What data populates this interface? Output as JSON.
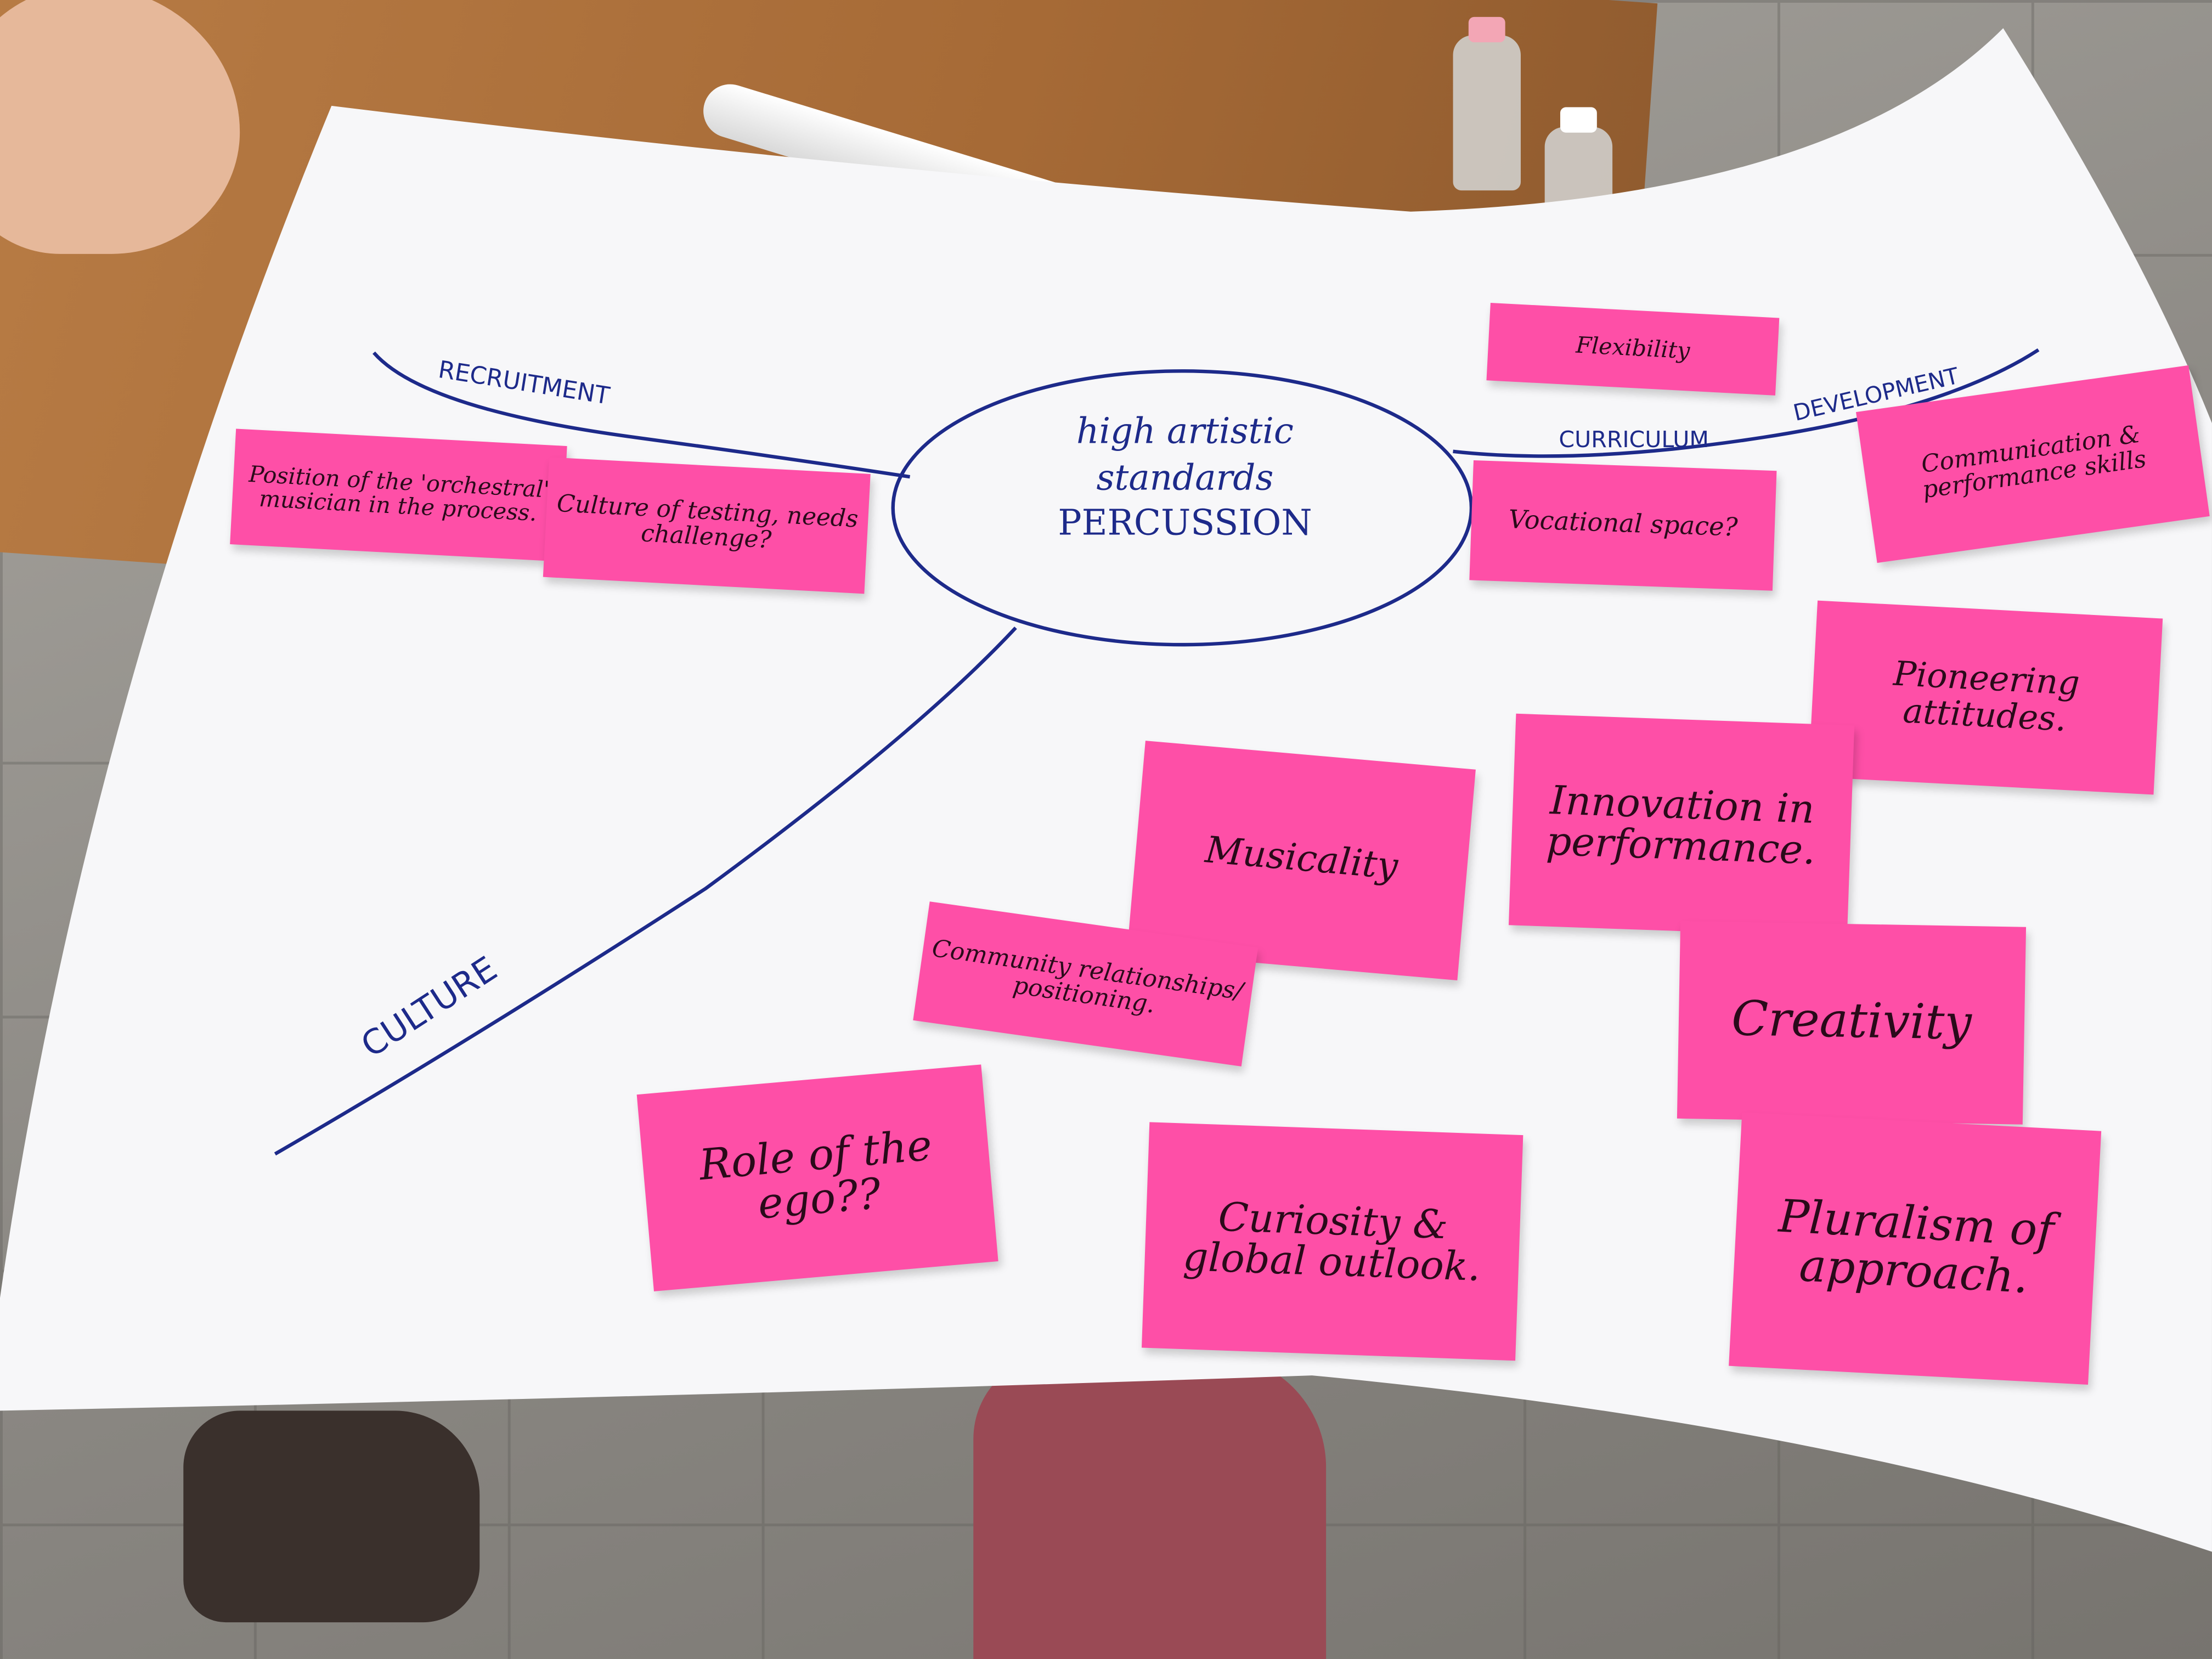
{
  "mindmap": {
    "center": {
      "line1": "high artistic",
      "line2": "standards",
      "line3": "PERCUSSION"
    },
    "branches": {
      "recruitment": "RECRUITMENT",
      "curriculum": "CURRICULUM",
      "development": "DEVELOPMENT",
      "culture": "CULTURE"
    },
    "notes": [
      {
        "text": "Flexibility"
      },
      {
        "text": "Position of the 'orchestral' musician in the process."
      },
      {
        "text": "Culture of testing, needs challenge?"
      },
      {
        "text": "Vocational space?"
      },
      {
        "text": "Communication & performance skills"
      },
      {
        "text": "Pioneering attitudes."
      },
      {
        "text": "Innovation in performance."
      },
      {
        "text": "Musicality"
      },
      {
        "text": "Community relationships/ positioning."
      },
      {
        "text": "Creativity"
      },
      {
        "text": "Role of the ego??"
      },
      {
        "text": "Curiosity & global outlook."
      },
      {
        "text": "Pluralism of approach."
      }
    ],
    "colors": {
      "note": "#fe4fa7",
      "ink": "#1d2a8a",
      "paper": "#f7f7f9"
    }
  }
}
